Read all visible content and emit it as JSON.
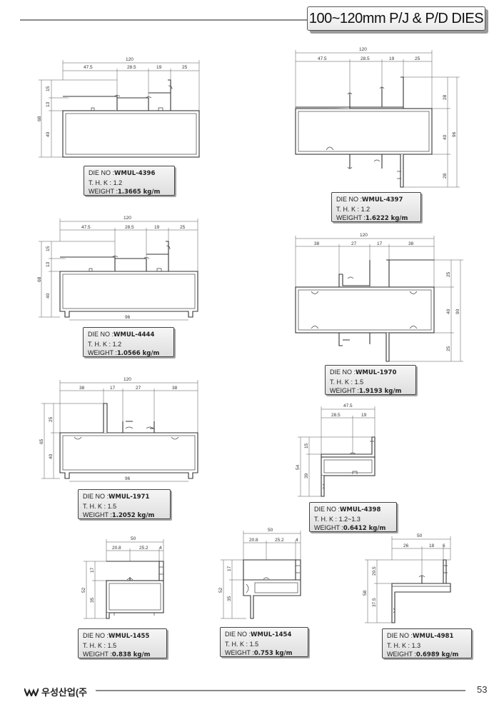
{
  "header": {
    "title": "100~120mm P/J & P/D DIES"
  },
  "labels": {
    "die_no": "DIE NO",
    "thk": "T. H. K",
    "weight": "WEIGHT",
    "sep": ":",
    "unit": " kg/m"
  },
  "dies": [
    {
      "die_no": "WMUL-4396",
      "thk": "1.2",
      "weight": "1.3665"
    },
    {
      "die_no": "WMUL-4397",
      "thk": "1.2",
      "weight": "1.6222"
    },
    {
      "die_no": "WMUL-4444",
      "thk": "1.2",
      "weight": "1.0566"
    },
    {
      "die_no": "WMUL-1970",
      "thk": "1.5",
      "weight": "1.9193"
    },
    {
      "die_no": "WMUL-1971",
      "thk": "1.5",
      "weight": "1.2052"
    },
    {
      "die_no": "WMUL-4398",
      "thk": "1.2~1.3",
      "weight": "0.6412"
    },
    {
      "die_no": "WMUL-1455",
      "thk": "1.5",
      "weight": "0.838"
    },
    {
      "die_no": "WMUL-1454",
      "thk": "1.5",
      "weight": "0.753"
    },
    {
      "die_no": "WMUL-4981",
      "thk": "1.3",
      "weight": "0.6989"
    }
  ],
  "dims": {
    "d4396": {
      "w": "120",
      "a": "47.5",
      "b": "28.5",
      "c": "19",
      "d": "25",
      "h": "68",
      "h1": "15",
      "h2": "13",
      "h3": "40"
    },
    "d4397": {
      "w": "120",
      "a": "47.5",
      "b": "28.5",
      "c": "19",
      "d": "25",
      "h1": "28",
      "h2": "40",
      "h3": "28",
      "h": "96"
    },
    "d4444": {
      "w": "120",
      "a": "47.5",
      "b": "28.5",
      "c": "19",
      "d": "25",
      "h": "68",
      "h1": "15",
      "h2": "13",
      "h3": "40",
      "bw": "96"
    },
    "d1970": {
      "w": "120",
      "a": "38",
      "b": "27",
      "c": "17",
      "d": "38",
      "h1": "25",
      "h2": "40",
      "h3": "25",
      "h": "90"
    },
    "d1971": {
      "w": "120",
      "a": "38",
      "b": "17",
      "c": "27",
      "d": "38",
      "h": "65",
      "h1": "25",
      "h2": "40",
      "bw": "96"
    },
    "d4398": {
      "w": "47.5",
      "a": "28.5",
      "b": "19",
      "h": "54",
      "h1": "15",
      "h2": "39"
    },
    "d1455": {
      "w": "50",
      "a": "20.8",
      "b": "25.2",
      "c": "4",
      "h": "52",
      "h1": "17",
      "h2": "35"
    },
    "d1454": {
      "w": "50",
      "a": "20.8",
      "b": "25.2",
      "c": "4",
      "h": "52",
      "h1": "17",
      "h2": "35"
    },
    "d4981": {
      "w": "50",
      "a": "26",
      "b": "18",
      "c": "6",
      "h": "58",
      "h1": "20.5",
      "h2": "37.5"
    }
  },
  "footer": {
    "company": "우성산업(주",
    "page": "53"
  },
  "colors": {
    "line": "#8a8a8a",
    "box_bg": "#e6e6e6",
    "stroke": "#333333"
  }
}
